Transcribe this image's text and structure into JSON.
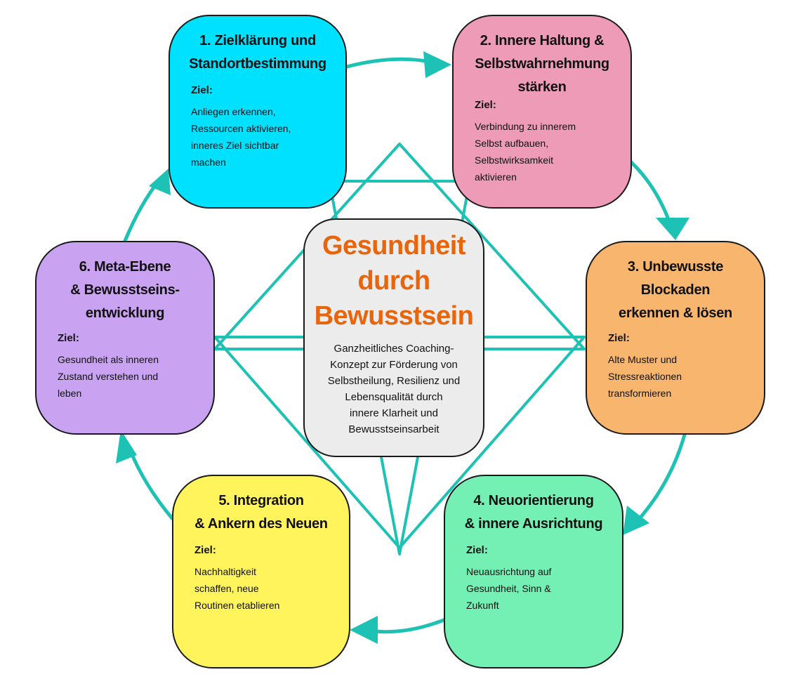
{
  "colors": {
    "connector": "#1ec2b4",
    "step1": "#00e0ff",
    "step2": "#ee9bb7",
    "step3": "#f7b56d",
    "step4": "#74f0b5",
    "step5": "#fff45c",
    "step6": "#c9a2f2",
    "center": "#ececec",
    "center_title": "#e8650c"
  },
  "center": {
    "title_lines": [
      "Gesundheit",
      "durch",
      "Bewusstsein"
    ],
    "subtitle_lines": [
      "Ganzheitliches Coaching-",
      "Konzept zur Förderung von",
      "Selbstheilung, Resilienz und",
      "Lebensqualität durch",
      "innere Klarheit und",
      "Bewusstseinsarbeit"
    ]
  },
  "goal_label": "Ziel",
  "steps": [
    {
      "title_lines": [
        "1. Zielklärung und",
        "Standortbestimmung"
      ],
      "goal_lines": [
        "Anliegen erkennen,",
        "Ressourcen aktivieren,",
        "inneres Ziel sichtbar",
        "machen"
      ]
    },
    {
      "title_lines": [
        "2. Innere Haltung &",
        "Selbstwahrnehmung",
        "stärken"
      ],
      "goal_lines": [
        "Verbindung zu innerem",
        "Selbst aufbauen,",
        "Selbstwirksamkeit",
        "aktivieren"
      ]
    },
    {
      "title_lines": [
        "3. Unbewusste",
        "Blockaden",
        "erkennen & lösen"
      ],
      "goal_lines": [
        "Alte Muster und",
        "Stressreaktionen",
        "transformieren"
      ]
    },
    {
      "title_lines": [
        "4. Neuorientierung",
        "& innere Ausrichtung"
      ],
      "goal_lines": [
        "Neuausrichtung auf",
        "Gesundheit, Sinn &",
        "Zukunft"
      ]
    },
    {
      "title_lines": [
        "5. Integration",
        "& Ankern des Neuen"
      ],
      "goal_lines": [
        "Nachhaltigkeit",
        "schaffen, neue",
        "Routinen etablieren"
      ]
    },
    {
      "title_lines": [
        "6. Meta-Ebene",
        "& Bewusstseins-",
        "entwicklung"
      ],
      "goal_lines": [
        "Gesundheit als inneren",
        "Zustand verstehen und",
        "leben"
      ]
    }
  ]
}
